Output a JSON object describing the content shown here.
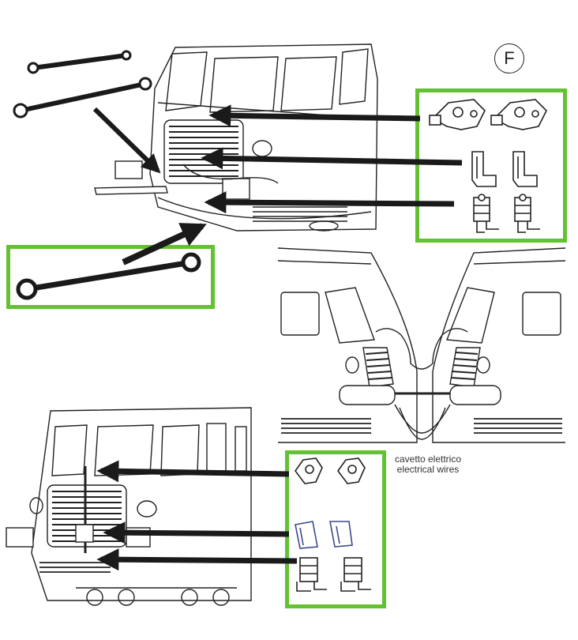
{
  "figure": {
    "step_label": "F",
    "cable_note": {
      "italian": "cavetto elettrico",
      "english": "electrical wires"
    }
  },
  "colors": {
    "highlight_box": "#63c132",
    "arrow": "#1a1a1a",
    "line_art": "#222222",
    "accent_parts": "#3b4a8c"
  },
  "icons": [
    "tie-rod-part-icon",
    "coupler-head-icon",
    "bracket-part-icon",
    "hook-part-icon",
    "locomotive-cab-drawing",
    "coupled-cabs-drawing"
  ]
}
